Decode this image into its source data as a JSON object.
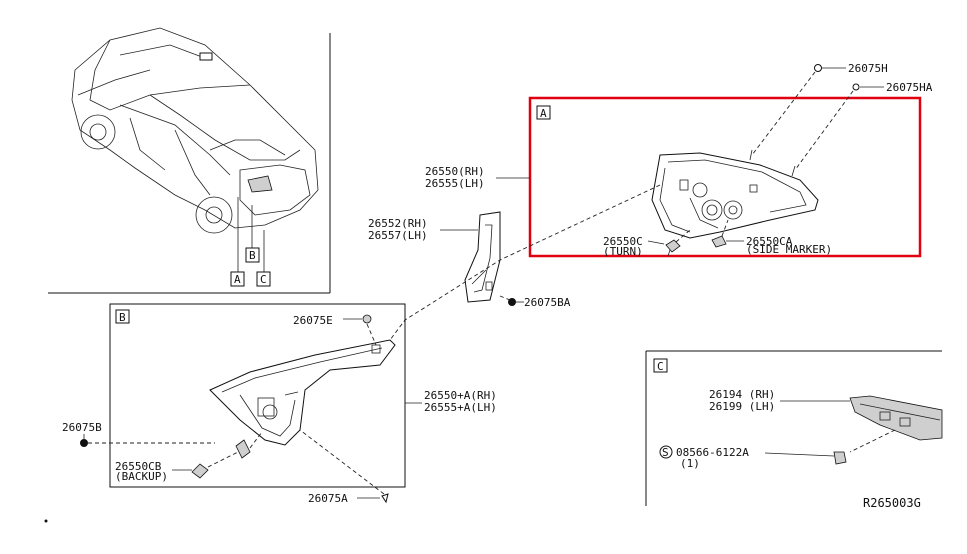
{
  "diagram_code": "R265003G",
  "section_labels": {
    "a": "A",
    "b": "B",
    "c": "C"
  },
  "vehicle_callouts": {
    "b": "B",
    "a": "A",
    "c": "C"
  },
  "parts": {
    "p26075H": "26075H",
    "p26075HA": "26075HA",
    "main_lamp_line1": "26550(RH)",
    "main_lamp_line2": "26555(LH)",
    "cover_line1": "26552(RH)",
    "cover_line2": "26557(LH)",
    "p26075BA": "26075BA",
    "turn_bulb_line1": "26550C",
    "turn_bulb_line2": "(TURN)",
    "side_bulb_line1": "26550CA",
    "side_bulb_line2": "(SIDE MARKER)",
    "p26075E": "26075E",
    "inner_lamp_line1": "26550+A(RH)",
    "inner_lamp_line2": "26555+A(LH)",
    "p26075B": "26075B",
    "backup_bulb_line1": "26550CB",
    "backup_bulb_line2": "(BACKUP)",
    "p26075A": "26075A",
    "hm_lamp_line1": "26194 (RH)",
    "hm_lamp_line2": "26199 (LH)",
    "screw_symbol": "S",
    "screw_line1": "08566-6122A",
    "screw_line2": "(1)"
  },
  "highlight_color": "#e0000f"
}
